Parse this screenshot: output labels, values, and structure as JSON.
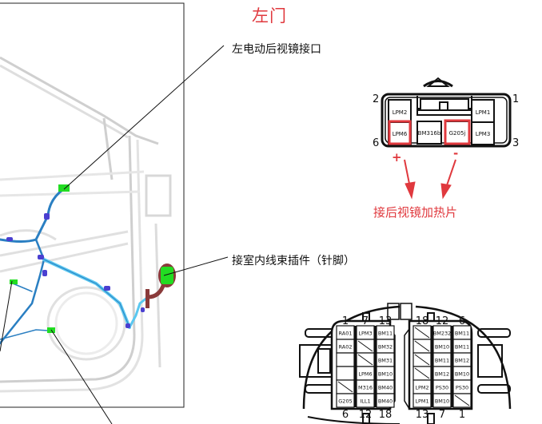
{
  "title": "左门",
  "callouts": {
    "mirror_connector": "左电动后视镜接口",
    "body_harness_connector": "接室内线束插件（针脚）",
    "mirror_heater": "接后视镜加热片"
  },
  "mirror_connector": {
    "pin_numbers": {
      "top_left": "2",
      "top_right": "1",
      "bottom_left": "6",
      "bottom_right": "3"
    },
    "cells": {
      "top_left": "LPM2",
      "top_right": "LPM1",
      "bottom_left": "LPM6",
      "bottom_mid_left": "BM316b",
      "bottom_mid_right": "G205j",
      "bottom_right": "LPM3"
    },
    "highlighted": [
      "LPM6",
      "G205j"
    ],
    "polarity": {
      "plus": "+",
      "minus": "-"
    },
    "highlight_color": "#e0393e"
  },
  "harness_connector": {
    "left_block": {
      "top_numbers": [
        "1",
        "7",
        "13"
      ],
      "bottom_numbers": [
        "6",
        "12",
        "18"
      ],
      "columns": [
        [
          "RA01",
          "RA02",
          "",
          "",
          "",
          "G205"
        ],
        [
          "LPM3",
          "",
          "",
          "LPM6",
          "M316",
          "ILL1"
        ],
        [
          "BM11",
          "BM32",
          "BM31",
          "BM10",
          "BM40",
          "BM40"
        ]
      ],
      "diagonal_cells": [
        [
          0,
          4
        ],
        [
          1,
          1
        ],
        [
          1,
          2
        ]
      ]
    },
    "right_block": {
      "top_numbers": [
        "18",
        "12",
        "6"
      ],
      "bottom_numbers": [
        "13",
        "7",
        "1"
      ],
      "columns": [
        [
          "",
          "",
          "",
          "",
          "LPM2",
          "LPM1"
        ],
        [
          "BM232",
          "BM10",
          "BM11",
          "BM12",
          "PS30",
          "BM10"
        ],
        [
          "BM11",
          "BM11",
          "BM12",
          "BM10",
          "PS30",
          ""
        ]
      ],
      "diagonal_cells": [
        [
          0,
          0
        ],
        [
          0,
          1
        ],
        [
          0,
          2
        ],
        [
          0,
          3
        ],
        [
          2,
          5
        ]
      ]
    }
  },
  "colors": {
    "accent_red": "#e0393e",
    "harness_blue": "#2a7fc2",
    "harness_light_blue": "#5ac8f0",
    "connector_green": "#22dd22",
    "clip_purple": "#4a3fd0",
    "boot_brown": "#8a3a3a"
  }
}
